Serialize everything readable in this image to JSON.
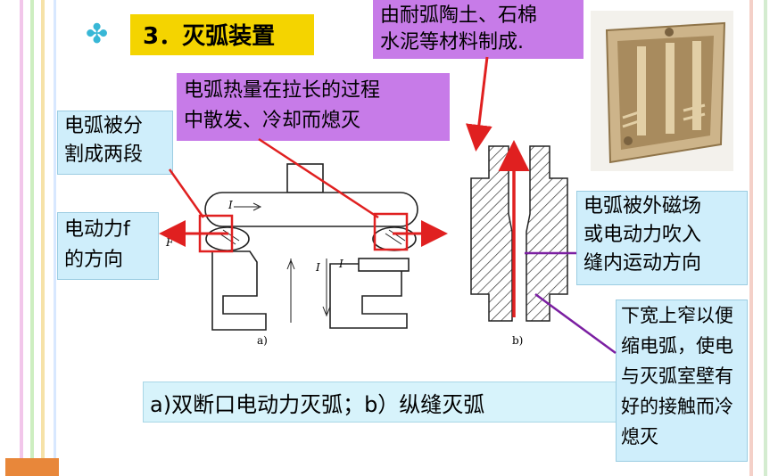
{
  "title": "3．灭弧装置",
  "labels": {
    "material": [
      "由耐弧陶土、石棉",
      "水泥等材料制成."
    ],
    "heat": [
      "电弧热量在拉长的过程",
      "中散发、冷却而熄灭"
    ],
    "split": [
      "电弧被分",
      "割成两段"
    ],
    "force": [
      "电动力f",
      "的方向"
    ],
    "magnetic": [
      "电弧被外磁场",
      "或电动力吹入",
      "缝内运动方向"
    ],
    "narrow": [
      "下宽上窄以便",
      "缩电弧，使电",
      "与灭弧室壁有",
      "好的接触而冷",
      "熄灭"
    ]
  },
  "caption": "a)双断口电动力灭弧；b）纵缝灭弧",
  "figure_labels": {
    "a": "a)",
    "b": "b)",
    "current": "I",
    "force": "F"
  },
  "colors": {
    "title_bg": "#f4d400",
    "note_bg": "#cfeefb",
    "purple": "#c77be8",
    "arrow": "#e02020",
    "pointer": "#7b1fa2"
  }
}
